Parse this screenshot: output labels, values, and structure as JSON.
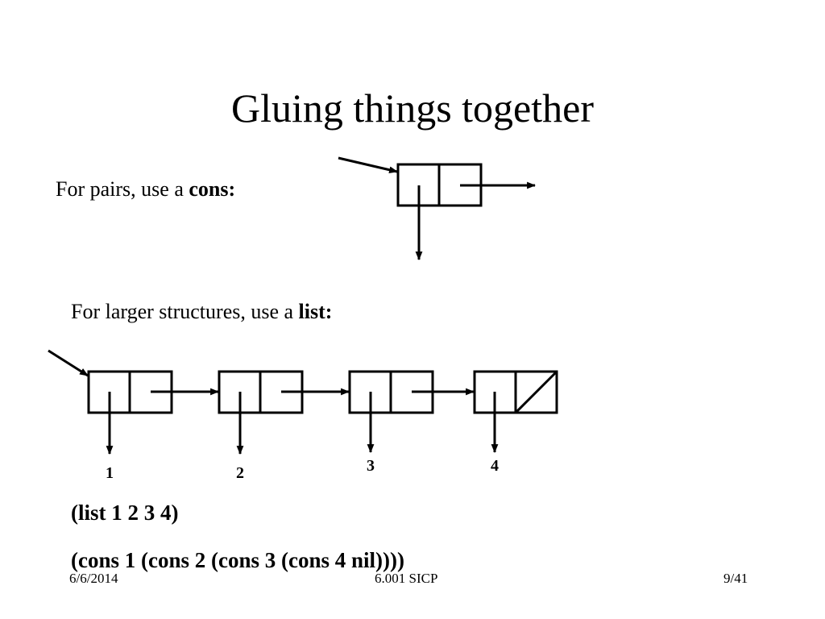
{
  "slide": {
    "title": "Gluing things together",
    "pairs_text": "For pairs, use a ",
    "pairs_keyword": "cons:",
    "lists_text": "For larger structures, use a ",
    "lists_keyword": "list:",
    "list_labels": [
      "1",
      "2",
      "3",
      "4"
    ],
    "code_line_1": "(list 1 2 3 4)",
    "code_line_2_pre": "(cons 1 (cons 2 (cons 3 (cons 4 ",
    "code_line_2_nil": "nil",
    "code_line_2_post": "))))"
  },
  "footer": {
    "date": "6/6/2014",
    "course": "6.001 SICP",
    "page": "9/41"
  }
}
